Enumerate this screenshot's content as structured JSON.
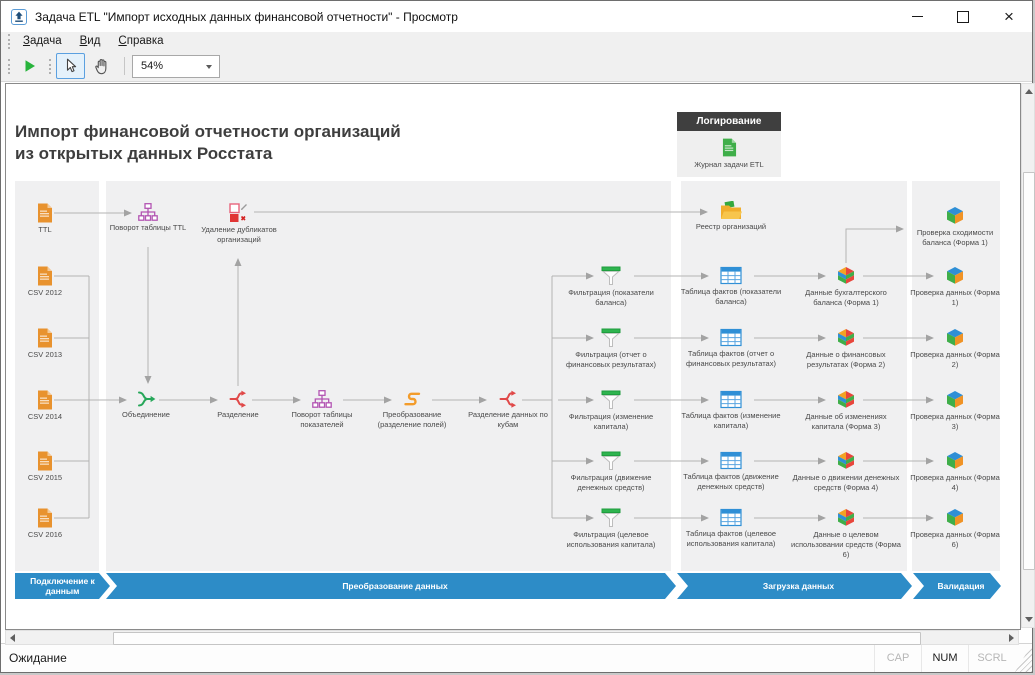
{
  "window": {
    "title": "Задача ETL \"Импорт исходных данных финансовой отчетности\" - Просмотр"
  },
  "menu": {
    "items": [
      {
        "accel": "З",
        "rest": "адача"
      },
      {
        "accel": "В",
        "rest": "ид"
      },
      {
        "accel": "С",
        "rest": "правка"
      }
    ]
  },
  "toolbar": {
    "zoom_value": "54%",
    "icons": [
      "play-icon",
      "cursor-icon",
      "hand-icon"
    ]
  },
  "diagram": {
    "title_line1": "Импорт финансовой отчетности организаций",
    "title_line2": "из открытых данных Росстата",
    "logging": {
      "header": "Логирование",
      "journal_label": "Журнал задачи ETL"
    },
    "stages": [
      {
        "label": "Подключение к данным"
      },
      {
        "label": "Преобразование данных"
      },
      {
        "label": "Загрузка данных"
      },
      {
        "label": "Валидация"
      }
    ],
    "nodes": {
      "ttl": "TTL",
      "csv2012": "CSV 2012",
      "csv2013": "CSV 2013",
      "csv2014": "CSV 2014",
      "csv2015": "CSV 2015",
      "csv2016": "CSV 2016",
      "pivot_ttl": "Поворот таблицы TTL",
      "dedup": "Удаление дубликатов организаций",
      "merge": "Объединение",
      "split": "Разделение",
      "pivot_ind": "Поворот таблицы показателей",
      "transform": "Преобразование (разделение полей)",
      "split_cubes": "Разделение данных по кубам",
      "f1": "Фильтрация (показатели баланса)",
      "f2": "Фильтрация (отчет о финансовых результатах)",
      "f3": "Фильтрация (изменение капитала)",
      "f4": "Фильтрация (движение денежных средств)",
      "f5": "Фильтрация (целевое использования капитала)",
      "registry": "Реестр организаций",
      "t1": "Таблица фактов (показатели баланса)",
      "t2": "Таблица фактов (отчет о финансовых результатах)",
      "t3": "Таблица фактов (изменение капитала)",
      "t4": "Таблица фактов (движение денежных средств)",
      "t5": "Таблица фактов (целевое использования капитала)",
      "c1": "Данные бухгалтерского баланса (Форма 1)",
      "c2": "Данные о финансовых результатах (Форма 2)",
      "c3": "Данные об изменениях капитала (Форма 3)",
      "c4": "Данные о движении денежных средств (Форма 4)",
      "c5": "Данные о целевом использовании средств (Форма 6)",
      "v0": "Проверка сходимости баланса (Форма 1)",
      "v1": "Проверка данных (Форма 1)",
      "v2": "Проверка данных (Форма 2)",
      "v3": "Проверка данных (Форма 3)",
      "v4": "Проверка данных (Форма 4)",
      "v5": "Проверка данных (Форма 6)"
    }
  },
  "status": {
    "text": "Ожидание",
    "cap": "CAP",
    "num": "NUM",
    "scrl": "SCRL"
  },
  "colors": {
    "stage_band_blue": "#2d8cc7",
    "panel_gray": "#f0f0f1",
    "selected_tool_border": "#5ba0e0",
    "file_orange": "#e8922e",
    "journal_green": "#3fae49",
    "merge_green": "#27a75a",
    "split_red": "#e04848",
    "transform_orange": "#f39c2b",
    "pivot_purple": "#b254b2",
    "table_blue": "#2f8fd6",
    "logging_header_dark": "#3f3f3f"
  }
}
